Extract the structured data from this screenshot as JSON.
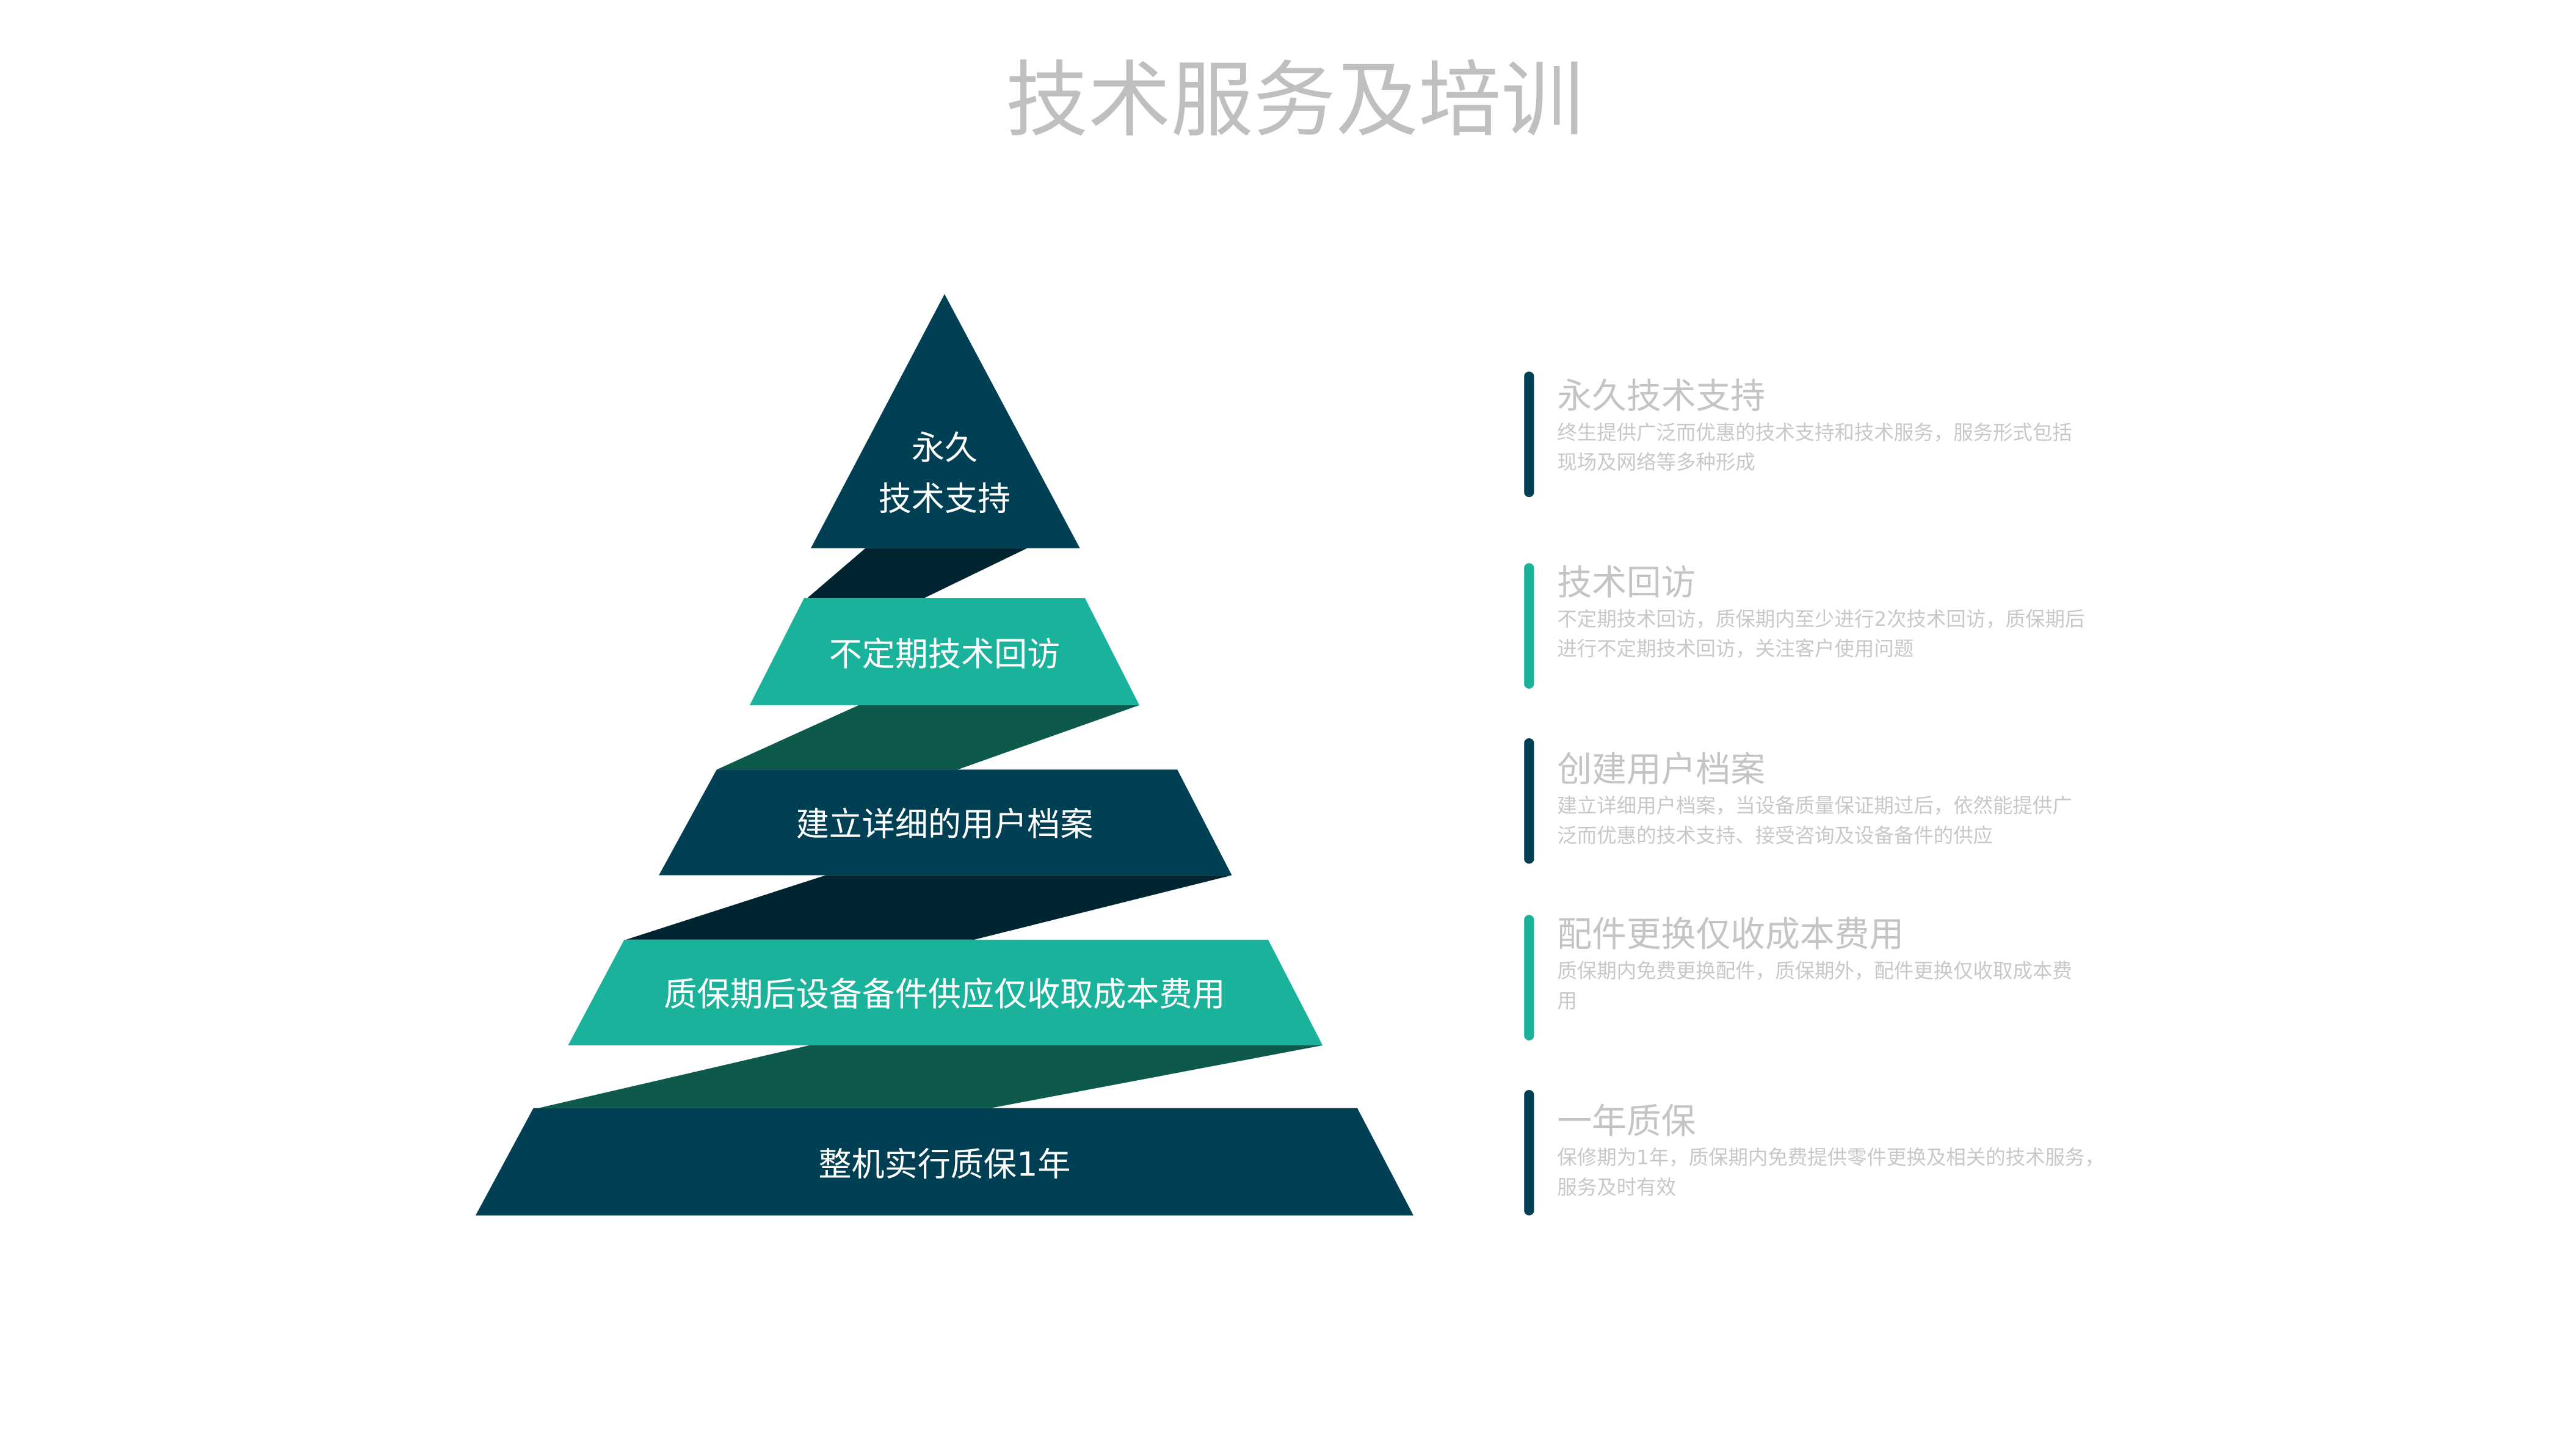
{
  "title": "技术服务及培训",
  "colors": {
    "dark": "#013f54",
    "teal": "#1bb29b",
    "shadow_dark": "#012530",
    "shadow_teal": "#0d5a4c",
    "text_gray": "#c4c4c4"
  },
  "pyramid": {
    "levels": [
      {
        "line1": "永久",
        "line2": "技术支持"
      },
      {
        "label": "不定期技术回访"
      },
      {
        "label": "建立详细的用户档案"
      },
      {
        "label": "质保期后设备备件供应仅收取成本费用"
      },
      {
        "label": "整机实行质保1年"
      }
    ]
  },
  "details": [
    {
      "heading": "永久技术支持",
      "line1": "终生提供广泛而优惠的技术支持和技术服务，服务形式包括",
      "line2": "现场及网络等多种形成"
    },
    {
      "heading": "技术回访",
      "line1": "不定期技术回访，质保期内至少进行2次技术回访，质保期后",
      "line2": "进行不定期技术回访，关注客户使用问题"
    },
    {
      "heading": "创建用户档案",
      "line1": "建立详细用户档案，当设备质量保证期过后，依然能提供广",
      "line2": "泛而优惠的技术支持、接受咨询及设备备件的供应"
    },
    {
      "heading": "配件更换仅收成本费用",
      "line1": "质保期内免费更换配件，质保期外，配件更换仅收取成本费",
      "line2": "用"
    },
    {
      "heading": "一年质保",
      "line1": "保修期为1年，质保期内免费提供零件更换及相关的技术服务，",
      "line2": "服务及时有效"
    }
  ]
}
